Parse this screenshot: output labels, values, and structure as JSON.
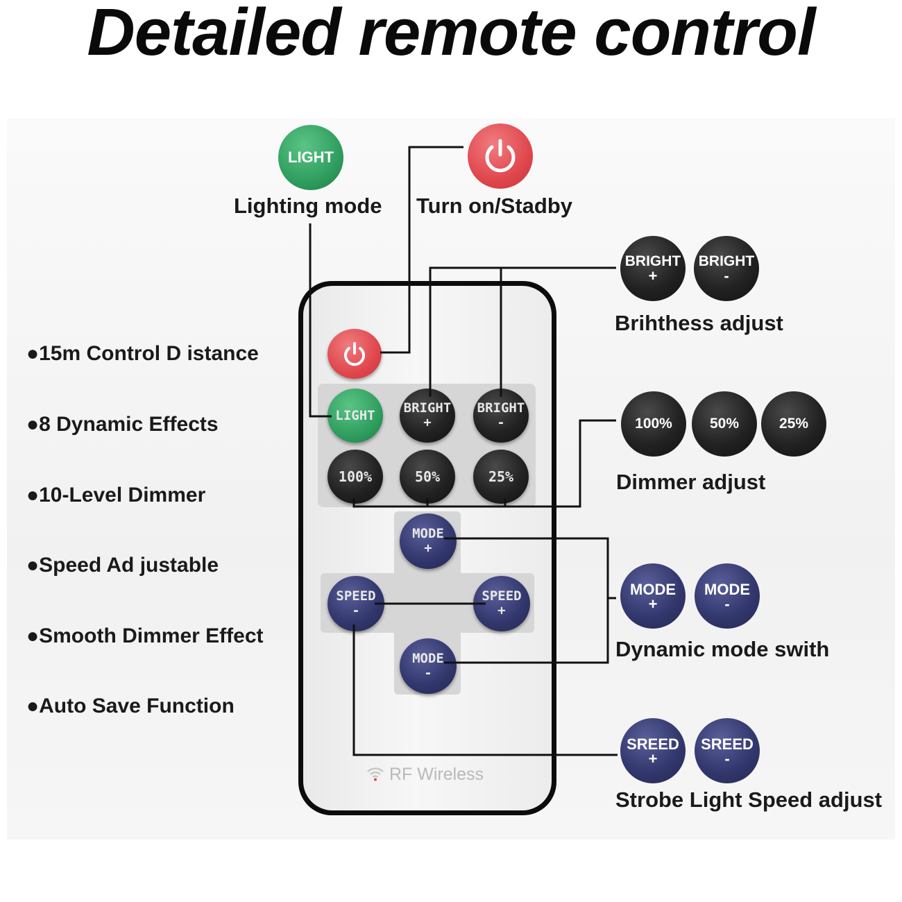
{
  "title": "Detailed remote control",
  "top_buttons": {
    "light_label": "LIGHT",
    "lighting_mode_caption": "Lighting mode",
    "power_caption": "Turn on/Stadby"
  },
  "features": [
    "●15m Control D istance",
    "●8 Dynamic Effects",
    "●10-Level Dimmer",
    "●Speed Ad justable",
    "●Smooth Dimmer Effect",
    "●Auto Save Function"
  ],
  "brightness": {
    "plus": {
      "top": "BRIGHT",
      "bottom": "+"
    },
    "minus": {
      "top": "BRIGHT",
      "bottom": "-"
    },
    "caption": "Brihthess adjust"
  },
  "dimmer": {
    "levels": [
      "100%",
      "50%",
      "25%"
    ],
    "caption": "Dimmer adjust"
  },
  "mode": {
    "plus": {
      "top": "MODE",
      "bottom": "+"
    },
    "minus": {
      "top": "MODE",
      "bottom": "-"
    },
    "caption": "Dynamic mode swith"
  },
  "speed": {
    "plus": {
      "top": "SREED",
      "bottom": "+"
    },
    "minus": {
      "top": "SREED",
      "bottom": "-"
    },
    "caption": "Strobe Light Speed adjust"
  },
  "remote": {
    "light": "LIGHT",
    "bright_plus": {
      "top": "BRIGHT",
      "bottom": "+"
    },
    "bright_minus": {
      "top": "BRIGHT",
      "bottom": "-"
    },
    "dim_100": "100%",
    "dim_50": "50%",
    "dim_25": "25%",
    "mode_plus": {
      "top": "MODE",
      "bottom": "+"
    },
    "mode_minus": {
      "top": "MODE",
      "bottom": "-"
    },
    "speed_minus": {
      "top": "SPEED",
      "bottom": "-"
    },
    "speed_plus": {
      "top": "SPEED",
      "bottom": "+"
    },
    "rf_label": "RF Wireless"
  },
  "colors": {
    "power_red": "#e0474d",
    "light_green": "#2f9e5e",
    "dark_button": "#222222",
    "mode_navy": "#33386e"
  }
}
